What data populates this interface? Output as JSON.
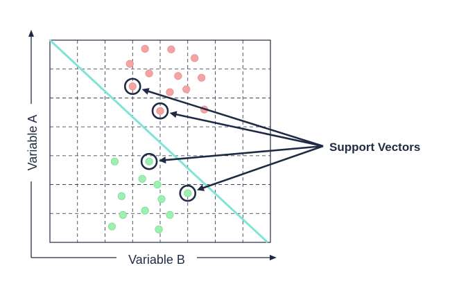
{
  "chart_data": {
    "type": "scatter",
    "xlabel": "Variable B",
    "ylabel": "Variable A",
    "grid": true,
    "grid_columns": 8,
    "grid_rows": 7,
    "xlim": [
      0,
      8
    ],
    "ylim": [
      0,
      7
    ],
    "series": [
      {
        "class": "red",
        "color": "#f5a3a3",
        "x": [
          3.45,
          4.4,
          2.9,
          5.25,
          3.6,
          4.65,
          5.5,
          3.0,
          4.35,
          4.95,
          4.0,
          5.6
        ],
        "y": [
          6.7,
          6.68,
          6.18,
          6.38,
          5.85,
          5.76,
          5.7,
          5.4,
          5.2,
          5.3,
          4.55,
          4.6
        ]
      },
      {
        "class": "green",
        "color": "#9ef0b0",
        "x": [
          2.35,
          3.6,
          3.35,
          3.9,
          4.05,
          5.0,
          2.6,
          3.45,
          2.65,
          4.35,
          2.25,
          3.95
        ],
        "y": [
          2.8,
          2.8,
          2.2,
          2.0,
          1.5,
          1.7,
          1.6,
          1.1,
          0.95,
          0.95,
          0.55,
          0.45
        ]
      }
    ],
    "decision_boundary": {
      "x": [
        0,
        7.9
      ],
      "y": [
        7.0,
        0
      ]
    },
    "support_vectors": [
      {
        "x": 3.0,
        "y": 5.4
      },
      {
        "x": 4.0,
        "y": 4.55
      },
      {
        "x": 3.6,
        "y": 2.8
      },
      {
        "x": 5.0,
        "y": 1.7
      }
    ],
    "annotation": "Support Vectors",
    "colors": {
      "grid": "#1f2a44",
      "boundary": "#7fe3d6",
      "axis": "#1f2a44",
      "circle": "#1f2a44"
    }
  }
}
